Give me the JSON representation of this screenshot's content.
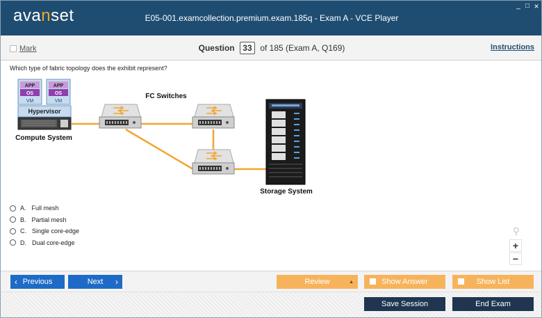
{
  "titlebar": {
    "logo_prefix": "ava",
    "logo_accent": "n",
    "logo_suffix": "set",
    "title": "E05-001.examcollection.premium.exam.185q - Exam A - VCE Player",
    "minimize": "_",
    "maximize": "□",
    "close": "×"
  },
  "question_header": {
    "mark_label": "Mark",
    "question_label": "Question",
    "question_number": "33",
    "of_text": "of 185 (Exam A, Q169)",
    "instructions_label": "Instructions"
  },
  "question": {
    "text": "Which type of fabric topology does the exhibit represent?"
  },
  "exhibit": {
    "app_label": "APP",
    "os_label": "OS",
    "vm_label": "VM",
    "hypervisor_label": "Hypervisor",
    "compute_label": "Compute System",
    "fc_label": "FC Switches",
    "storage_label": "Storage System"
  },
  "options": [
    {
      "letter": "A.",
      "text": "Full mesh"
    },
    {
      "letter": "B.",
      "text": "Partial mesh"
    },
    {
      "letter": "C.",
      "text": "Single core-edge"
    },
    {
      "letter": "D.",
      "text": "Dual core-edge"
    }
  ],
  "zoom": {
    "in": "+",
    "out": "−"
  },
  "nav": {
    "previous": "Previous",
    "next": "Next",
    "review": "Review",
    "show_answer": "Show Answer",
    "show_list": "Show List",
    "save_session": "Save Session",
    "end_exam": "End Exam"
  },
  "colors": {
    "titlebar": "#1f4d72",
    "accent": "#f5a623",
    "nav_blue": "#1e6bc7",
    "nav_orange": "#f7b35c",
    "footer_dark": "#1f3550",
    "vm_purple": "#8e3fae",
    "link_line": "#f2a531"
  }
}
